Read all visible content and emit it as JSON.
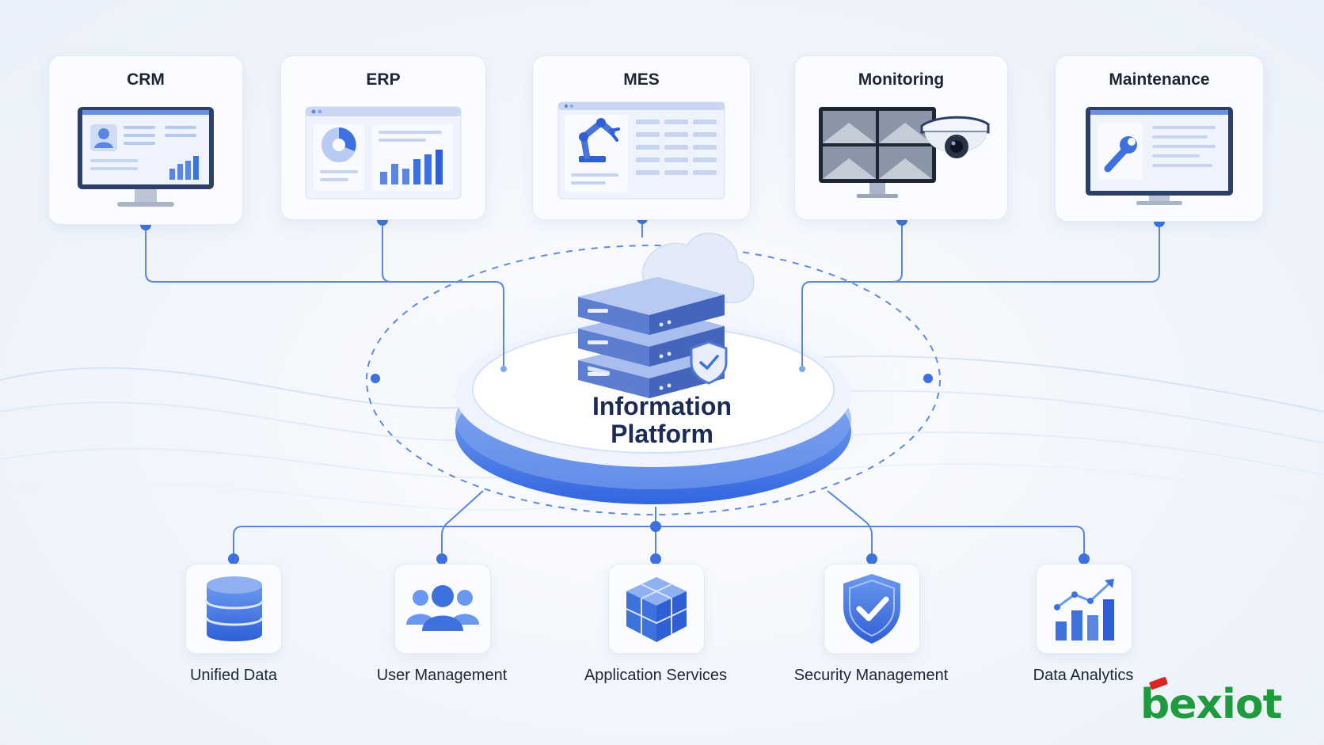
{
  "top_systems": [
    {
      "name": "CRM"
    },
    {
      "name": "ERP"
    },
    {
      "name": "MES"
    },
    {
      "name": "Monitoring"
    },
    {
      "name": "Maintenance"
    }
  ],
  "platform": {
    "line1": "Information",
    "line2": "Platform"
  },
  "bottom_services": [
    {
      "name": "Unified Data",
      "icon": "database-icon"
    },
    {
      "name": "User Management",
      "icon": "users-icon"
    },
    {
      "name": "Application Services",
      "icon": "cubes-icon"
    },
    {
      "name": "Security Management",
      "icon": "shield-check-icon"
    },
    {
      "name": "Data Analytics",
      "icon": "bar-chart-icon"
    }
  ],
  "logo": {
    "text": "bexiot"
  },
  "colors": {
    "accent": "#3d72de",
    "text": "#1e2535",
    "platform_text": "#1b2b55",
    "logo_green": "#1f9a3c",
    "logo_red": "#d8261e"
  }
}
